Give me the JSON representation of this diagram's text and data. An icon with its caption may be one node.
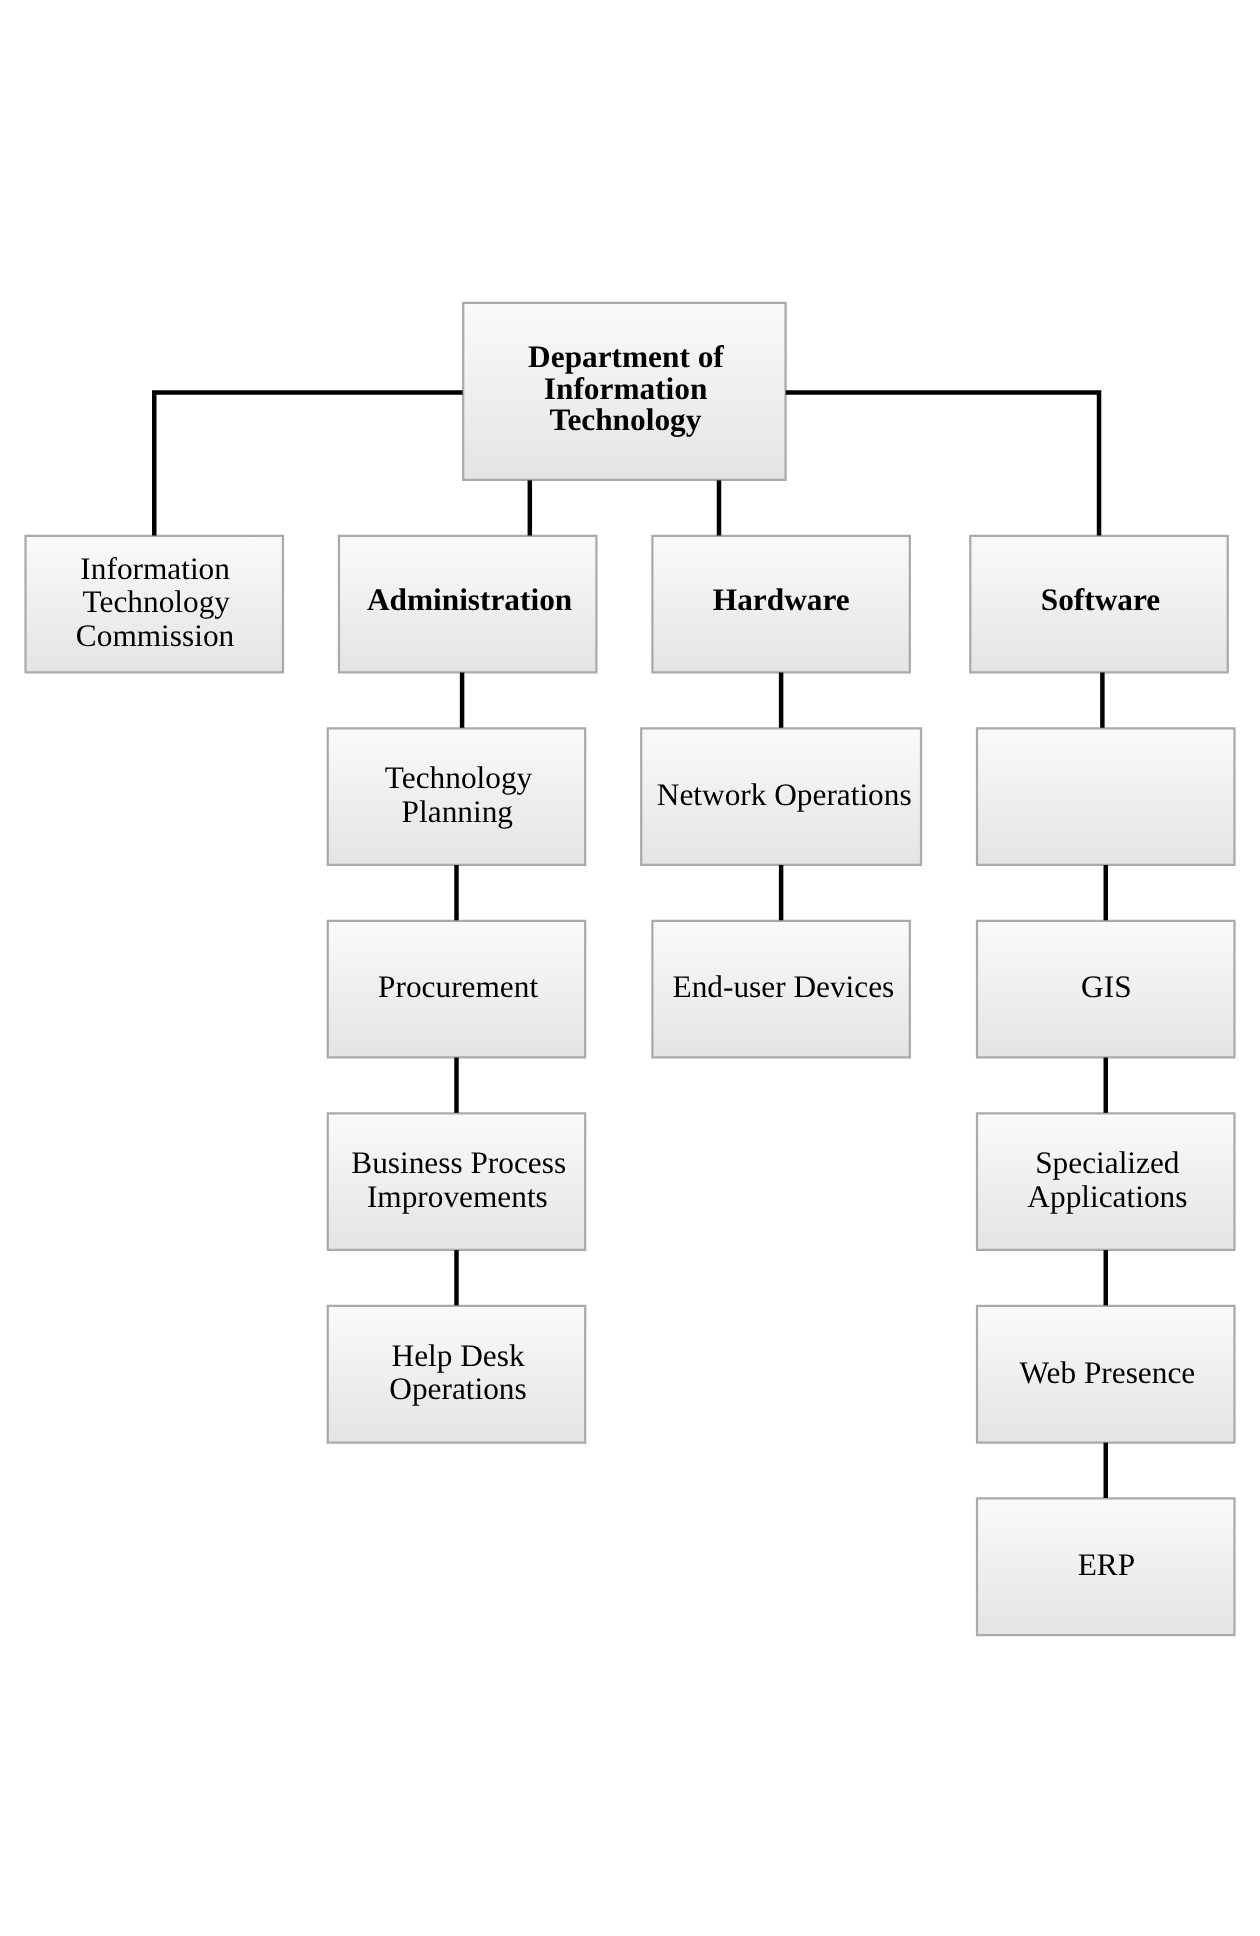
{
  "diagram": {
    "nodes": [
      {
        "text": [
          "Department of Information Technology"
        ]
      },
      {
        "text": [
          "Information Technology Commission"
        ]
      },
      {
        "text": [
          "Administration"
        ]
      },
      {
        "text": [
          "Hardware"
        ]
      },
      {
        "text": [
          "Software"
        ]
      },
      {
        "text": [
          "Technology Planning"
        ]
      },
      {
        "text": [
          "Procurement"
        ]
      },
      {
        "text": [
          "Business Process Improvements"
        ]
      },
      {
        "text": [
          "Help Desk Operations"
        ]
      },
      {
        "text": [
          "Network Operations"
        ]
      },
      {
        "text": [
          "End-user Devices"
        ]
      },
      {
        "text": [],
        "shape": "box"
      },
      {
        "text": [
          "GIS"
        ]
      },
      {
        "text": [
          "Specialized Applications"
        ]
      },
      {
        "text": [
          "Web Presence"
        ]
      },
      {
        "text": [
          "ERP"
        ]
      }
    ],
    "edges": [
      {
        "from": 0,
        "to": 1,
        "arrow": "none"
      },
      {
        "from": 0,
        "to": 2,
        "arrow": "none"
      },
      {
        "from": 0,
        "to": 3,
        "arrow": "none"
      },
      {
        "from": 0,
        "to": 4,
        "arrow": "none"
      },
      {
        "from": 2,
        "to": 5,
        "arrow": "none"
      },
      {
        "from": 5,
        "to": 6,
        "arrow": "none"
      },
      {
        "from": 6,
        "to": 7,
        "arrow": "none"
      },
      {
        "from": 7,
        "to": 8,
        "arrow": "none"
      },
      {
        "from": 3,
        "to": 9,
        "arrow": "none"
      },
      {
        "from": 9,
        "to": 10,
        "arrow": "none"
      },
      {
        "from": 4,
        "to": 11,
        "arrow": "none"
      },
      {
        "from": 11,
        "to": 12,
        "arrow": "none"
      },
      {
        "from": 12,
        "to": 13,
        "arrow": "none"
      },
      {
        "from": 13,
        "to": 14,
        "arrow": "none"
      },
      {
        "from": 14,
        "to": 15,
        "arrow": "none"
      }
    ]
  }
}
